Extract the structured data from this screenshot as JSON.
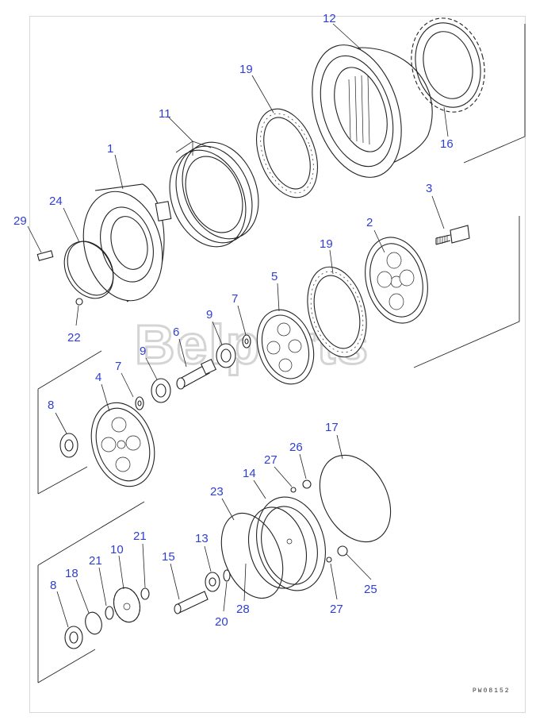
{
  "watermark": "Belparts",
  "drawing_code": "PW08152",
  "labels": {
    "l1": "1",
    "l2": "2",
    "l3": "3",
    "l4": "4",
    "l5": "5",
    "l6": "6",
    "l7a": "7",
    "l7b": "7",
    "l8a": "8",
    "l8b": "8",
    "l9a": "9",
    "l9b": "9",
    "l10": "10",
    "l11": "11",
    "l12": "12",
    "l13": "13",
    "l14": "14",
    "l15": "15",
    "l16": "16",
    "l17": "17",
    "l18": "18",
    "l19a": "19",
    "l19b": "19",
    "l20": "20",
    "l21a": "21",
    "l21b": "21",
    "l22": "22",
    "l23": "23",
    "l24": "24",
    "l25": "25",
    "l26": "26",
    "l27a": "27",
    "l27b": "27",
    "l28": "28",
    "l29": "29"
  },
  "colors": {
    "label": "#2f3fd0",
    "line": "#222222",
    "watermark": "#d4d4d4"
  }
}
